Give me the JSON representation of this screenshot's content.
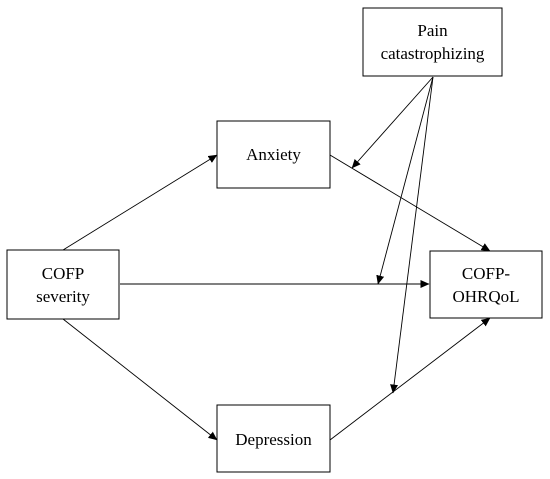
{
  "nodes": {
    "pain_catastrophizing": {
      "lines": [
        "Pain",
        "catastrophizing"
      ]
    },
    "anxiety": {
      "lines": [
        "Anxiety"
      ]
    },
    "cofp_severity": {
      "lines": [
        "COFP",
        "severity"
      ]
    },
    "cofp_ohrqol": {
      "lines": [
        "COFP-",
        "OHRQoL"
      ]
    },
    "depression": {
      "lines": [
        "Depression"
      ]
    }
  },
  "edges": [
    {
      "from": "cofp_severity",
      "to": "anxiety"
    },
    {
      "from": "cofp_severity",
      "to": "cofp_ohrqol"
    },
    {
      "from": "cofp_severity",
      "to": "depression"
    },
    {
      "from": "anxiety",
      "to": "cofp_ohrqol"
    },
    {
      "from": "depression",
      "to": "cofp_ohrqol"
    },
    {
      "from": "pain_catastrophizing",
      "to": "anxiety_to_ohrqol_path",
      "type": "moderation"
    },
    {
      "from": "pain_catastrophizing",
      "to": "severity_to_ohrqol_path",
      "type": "moderation"
    },
    {
      "from": "pain_catastrophizing",
      "to": "depression_to_ohrqol_path",
      "type": "moderation"
    }
  ],
  "colors": {
    "line": "#000000",
    "box_fill": "#ffffff",
    "text": "#000000"
  }
}
